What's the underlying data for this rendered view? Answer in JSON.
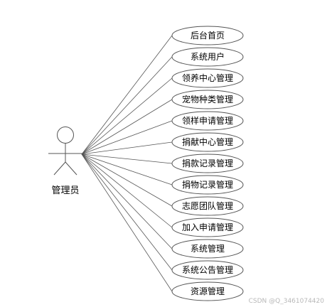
{
  "actor": {
    "label": "管理员"
  },
  "use_cases": [
    {
      "label": "后台首页"
    },
    {
      "label": "系统用户"
    },
    {
      "label": "领养中心管理"
    },
    {
      "label": "宠物种类管理"
    },
    {
      "label": "领样申请管理"
    },
    {
      "label": "捐献中心管理"
    },
    {
      "label": "捐款记录管理"
    },
    {
      "label": "捐物记录管理"
    },
    {
      "label": "志愿团队管理"
    },
    {
      "label": "加入申请管理"
    },
    {
      "label": "系统管理"
    },
    {
      "label": "系统公告管理"
    },
    {
      "label": "资源管理"
    }
  ],
  "watermark": "CSDN @Q_3461074420"
}
